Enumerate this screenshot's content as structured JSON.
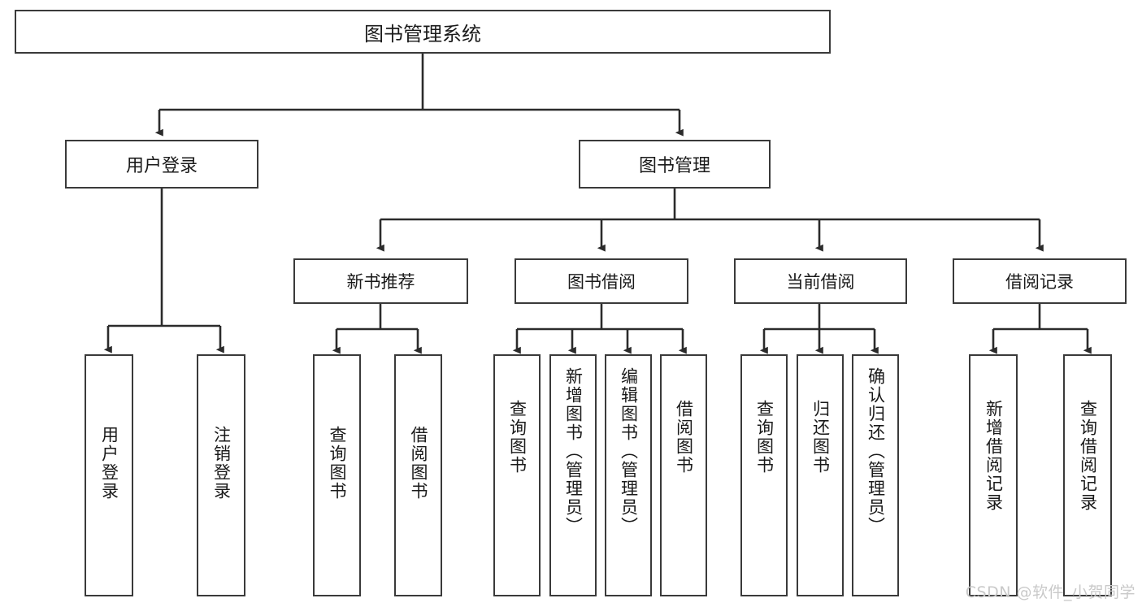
{
  "diagram": {
    "type": "tree-hierarchy",
    "title": "图书管理系统",
    "root": {
      "label": "图书管理系统",
      "children": [
        {
          "label": "用户登录",
          "children": [
            {
              "label": "用户登录"
            },
            {
              "label": "注销登录"
            }
          ]
        },
        {
          "label": "图书管理",
          "children": [
            {
              "label": "新书推荐",
              "children": [
                {
                  "label": "查询图书"
                },
                {
                  "label": "借阅图书"
                }
              ]
            },
            {
              "label": "图书借阅",
              "children": [
                {
                  "label": "查询图书"
                },
                {
                  "label": "新增图书（管理员）"
                },
                {
                  "label": "编辑图书（管理员）"
                },
                {
                  "label": "借阅图书"
                }
              ]
            },
            {
              "label": "当前借阅",
              "children": [
                {
                  "label": "查询图书"
                },
                {
                  "label": "归还图书"
                },
                {
                  "label": "确认归还（管理员）"
                }
              ]
            },
            {
              "label": "借阅记录",
              "children": [
                {
                  "label": "新增借阅记录"
                },
                {
                  "label": "查询借阅记录"
                }
              ]
            }
          ]
        }
      ]
    }
  },
  "nodes": {
    "root": "图书管理系统",
    "user_login": "用户登录",
    "book_mgmt": "图书管理",
    "leaf_user_login": "用户登录",
    "leaf_logout": "注销登录",
    "new_book_rec": "新书推荐",
    "book_borrow": "图书借阅",
    "current_borrow": "当前借阅",
    "borrow_record": "借阅记录",
    "nbr_query": "查询图书",
    "nbr_borrow": "借阅图书",
    "bb_query": "查询图书",
    "bb_add": "新增图书（管理员）",
    "bb_edit": "编辑图书（管理员）",
    "bb_borrow": "借阅图书",
    "cb_query": "查询图书",
    "cb_return": "归还图书",
    "cb_confirm": "确认归还（管理员）",
    "br_add": "新增借阅记录",
    "br_query": "查询借阅记录"
  },
  "watermark": "CSDN @软件_小贺同学",
  "colors": {
    "border": "#3a3a3a",
    "text": "#1a1a1a",
    "background": "#ffffff",
    "connector": "#2b2b2b",
    "watermark": "#c9c9c9"
  }
}
